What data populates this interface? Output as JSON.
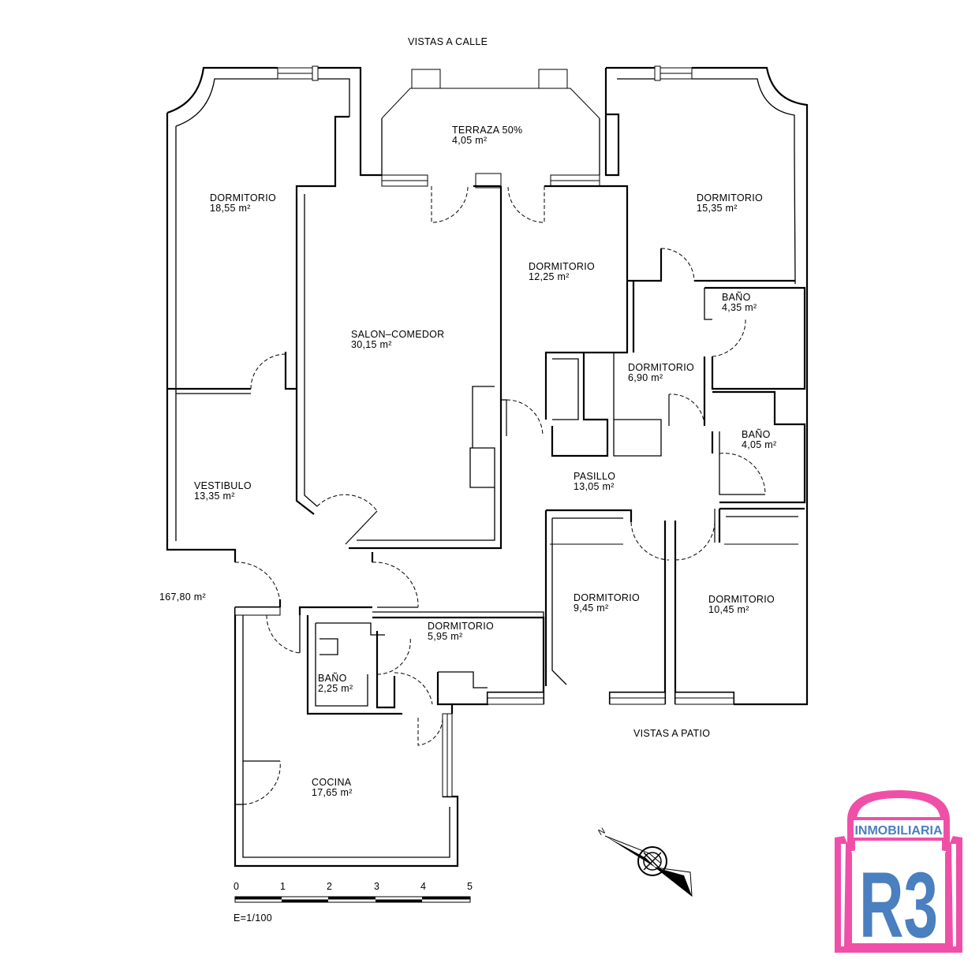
{
  "labels": {
    "top_view": "VISTAS  A  CALLE",
    "bottom_view": "VISTAS  A  PATIO",
    "total_area": "167,80  m²",
    "scale": "E=1/100"
  },
  "rooms": [
    {
      "name": "TERRAZA  50%",
      "area": "4,05  m²"
    },
    {
      "name": "DORMITORIO",
      "area": "18,55  m²"
    },
    {
      "name": "DORMITORIO",
      "area": "15,35  m²"
    },
    {
      "name": "DORMITORIO",
      "area": "12,25  m²"
    },
    {
      "name": "SALON–COMEDOR",
      "area": "30,15  m²"
    },
    {
      "name": "BAÑO",
      "area": "4,35  m²"
    },
    {
      "name": "DORMITORIO",
      "area": "6,90  m²"
    },
    {
      "name": "BAÑO",
      "area": "4,05  m²"
    },
    {
      "name": "VESTIBULO",
      "area": "13,35  m²"
    },
    {
      "name": "PASILLO",
      "area": "13,05  m²"
    },
    {
      "name": "DORMITORIO",
      "area": "9,45  m²"
    },
    {
      "name": "DORMITORIO",
      "area": "10,45  m²"
    },
    {
      "name": "DORMITORIO",
      "area": "5,95  m²"
    },
    {
      "name": "BAÑO",
      "area": "2,25  m²"
    },
    {
      "name": "COCINA",
      "area": "17,65  m²"
    }
  ],
  "scale_ticks": [
    "0",
    "1",
    "2",
    "3",
    "4",
    "5"
  ],
  "compass": {
    "north_label": "N",
    "icon": "north-arrow-icon"
  },
  "logo": {
    "top_text": "INMOBILIARIA",
    "main_text": "R3",
    "icon": "r3-inmobiliaria-logo",
    "colors": {
      "frame": "#f04fa8",
      "text": "#4a7fc0",
      "frame_inner": "#ffffff"
    }
  }
}
